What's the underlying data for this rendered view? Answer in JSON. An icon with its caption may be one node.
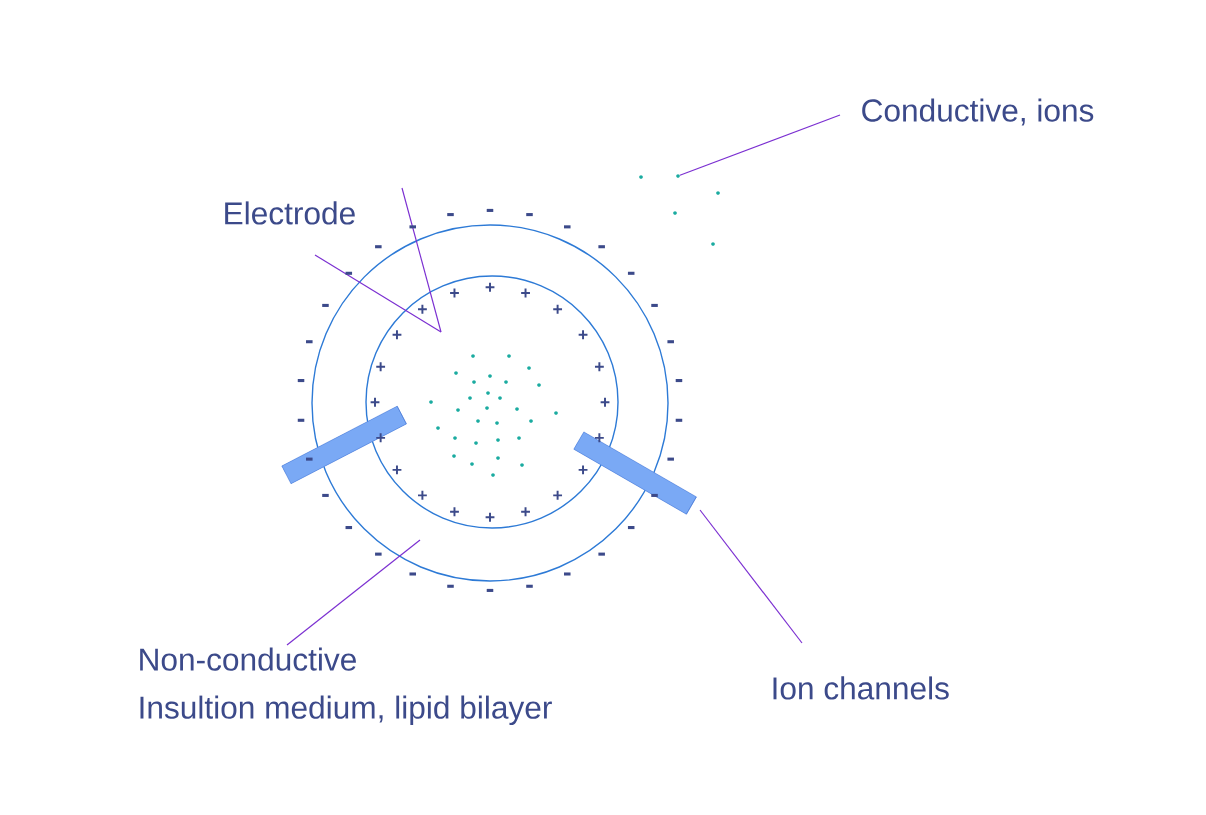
{
  "diagram": {
    "nodes": [
      {
        "text": [
          "Conductive, ions"
        ]
      },
      {
        "text": [
          "Electrode"
        ]
      },
      {
        "text": [],
        "shape": "circle"
      },
      {
        "text": [],
        "shape": "circle",
        "in": 2
      },
      {
        "text": [],
        "shape": "cylinder"
      },
      {
        "text": [],
        "shape": "cylinder"
      },
      {
        "text": [
          "Non-conductive",
          "Insultion medium, lipid bilayer"
        ]
      },
      {
        "text": [
          "Ion channels"
        ]
      },
      {
        "text": [],
        "shape": "circle"
      }
    ],
    "edges": [
      {
        "from": 0,
        "to": 8,
        "arrow": "none"
      },
      {
        "from": 1,
        "to": 3,
        "arrow": "none"
      },
      {
        "from": 1,
        "to": 3,
        "arrow": "none"
      },
      {
        "from": 6,
        "to": 2,
        "arrow": "none"
      },
      {
        "from": 7,
        "to": 5,
        "arrow": "none"
      }
    ],
    "labels": [
      "-",
      "-",
      "-",
      "-",
      "-",
      "-",
      "-",
      "-",
      "-",
      "-",
      "-",
      "-",
      "-",
      "-",
      "-",
      "-",
      "-",
      "-",
      "-",
      "-",
      "-",
      "-",
      "-",
      "-",
      "-",
      "-",
      "-",
      "-",
      "-",
      "-",
      "+",
      "+",
      "+",
      "+",
      "+",
      "+",
      "+",
      "+",
      "+",
      "+",
      "+",
      "+",
      "+",
      "+",
      "+",
      "+",
      "+",
      "+",
      "+",
      "+"
    ]
  }
}
